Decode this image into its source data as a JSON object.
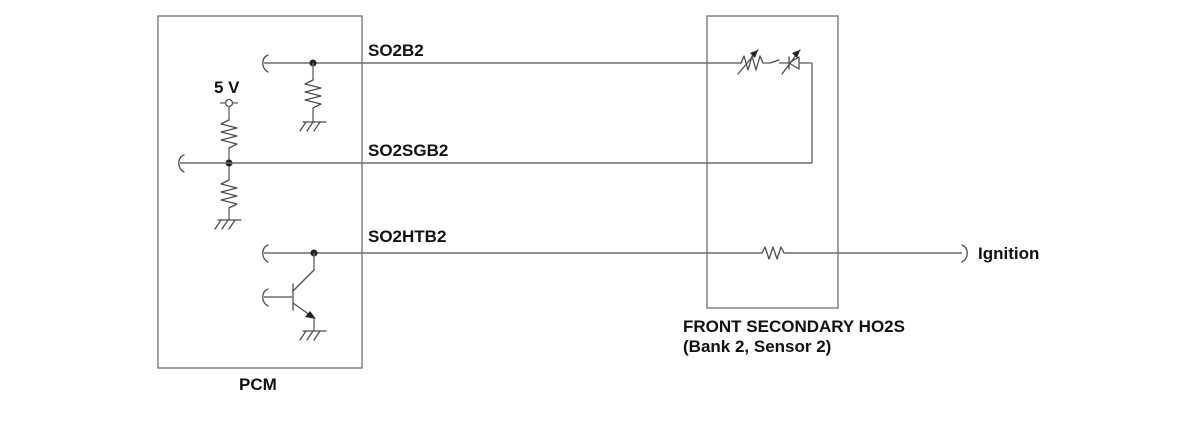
{
  "labels": {
    "pcm": "PCM",
    "voltage": "5 V",
    "sensor_line1": "FRONT SECONDARY HO2S",
    "sensor_line2": "(Bank 2, Sensor 2)",
    "ignition": "Ignition"
  },
  "wires": [
    {
      "id": "so2b2",
      "label": "SO2B2"
    },
    {
      "id": "so2sgb2",
      "label": "SO2SGB2"
    },
    {
      "id": "so2htb2",
      "label": "SO2HTB2"
    }
  ],
  "colors": {
    "wire": "#6b6b6b",
    "box": "#7a7a7a",
    "text": "#111111"
  }
}
